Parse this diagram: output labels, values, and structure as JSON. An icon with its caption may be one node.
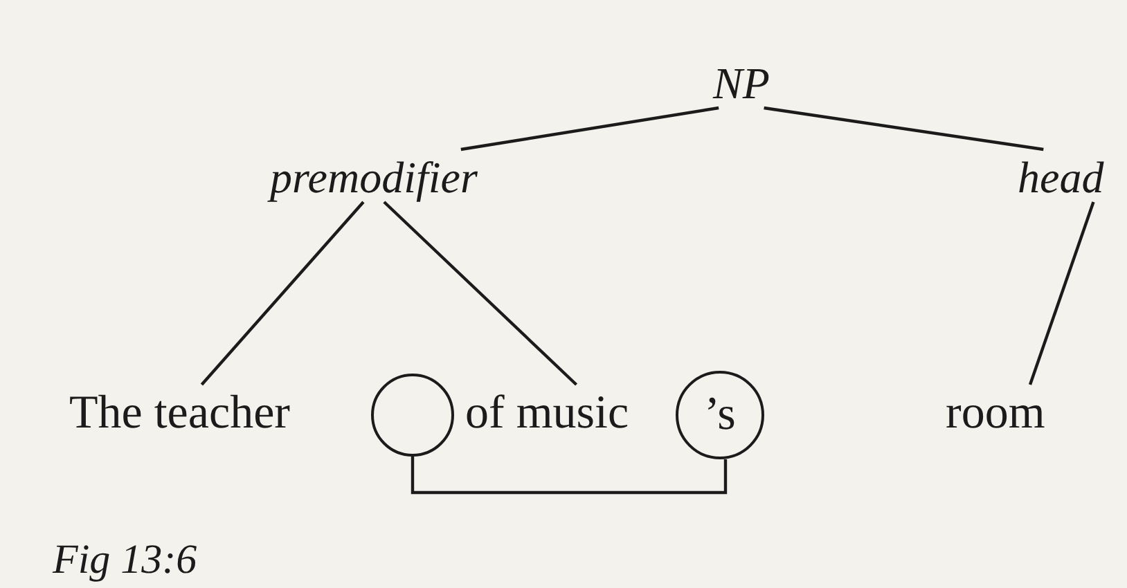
{
  "diagram": {
    "caption": "Fig 13:6",
    "nodes": [
      {
        "text": [
          "NP"
        ]
      },
      {
        "text": [
          "premodifier"
        ]
      },
      {
        "text": [
          "head"
        ]
      },
      {
        "text": [
          "The teacher"
        ]
      },
      {
        "text": [],
        "shape": "circle"
      },
      {
        "text": [
          "’s"
        ]
      },
      {
        "text": [
          "of music"
        ]
      },
      {
        "text": [
          "room"
        ]
      }
    ],
    "edges": [
      {
        "from": 0,
        "to": 1,
        "arrow": "none"
      },
      {
        "from": 0,
        "to": 2,
        "arrow": "none"
      },
      {
        "from": 1,
        "to": 3,
        "arrow": "none"
      },
      {
        "from": 1,
        "to": 6,
        "arrow": "none"
      },
      {
        "from": 2,
        "to": 7,
        "arrow": "none"
      },
      {
        "from": 4,
        "to": 5,
        "arrow": "none"
      }
    ]
  }
}
